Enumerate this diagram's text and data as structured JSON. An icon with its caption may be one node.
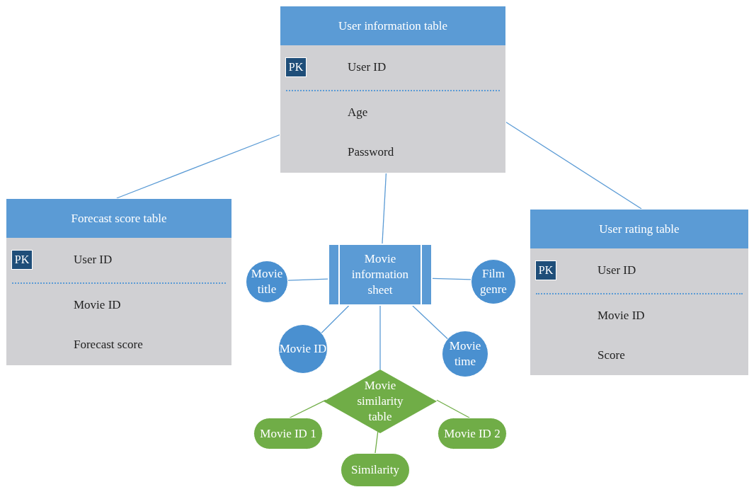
{
  "diagram": {
    "nodes": [
      {
        "text": [
          "User information table",
          "PK",
          "User ID",
          "Age",
          "Password"
        ]
      },
      {
        "text": [
          "Forecast score table",
          "PK",
          "User ID",
          "Movie ID",
          "Forecast score"
        ]
      },
      {
        "text": [
          "User rating table",
          "PK",
          "User ID",
          "Movie ID",
          "Score"
        ]
      },
      {
        "text": [
          "Movie information sheet"
        ]
      },
      {
        "text": [
          "Movie title"
        ]
      },
      {
        "text": [
          "Film genre"
        ]
      },
      {
        "text": [
          "Movie ID"
        ]
      },
      {
        "text": [
          "Movie time"
        ]
      },
      {
        "text": [
          "Movie similarity table"
        ]
      },
      {
        "text": [
          "Movie ID 1"
        ]
      },
      {
        "text": [
          "Similarity"
        ]
      },
      {
        "text": [
          "Movie ID 2"
        ]
      }
    ],
    "edges": [
      {
        "from": 0,
        "to": 1,
        "arrow": "none"
      },
      {
        "from": 0,
        "to": 2,
        "arrow": "none"
      },
      {
        "from": 0,
        "to": 3,
        "arrow": "none"
      },
      {
        "from": 3,
        "to": 4,
        "arrow": "none"
      },
      {
        "from": 3,
        "to": 5,
        "arrow": "none"
      },
      {
        "from": 3,
        "to": 6,
        "arrow": "none"
      },
      {
        "from": 3,
        "to": 7,
        "arrow": "none"
      },
      {
        "from": 3,
        "to": 8,
        "arrow": "none"
      },
      {
        "from": 8,
        "to": 9,
        "arrow": "none",
        "color": "#70ad47"
      },
      {
        "from": 8,
        "to": 10,
        "arrow": "none",
        "color": "#70ad47"
      },
      {
        "from": 8,
        "to": 11,
        "arrow": "none",
        "color": "#70ad47"
      }
    ]
  }
}
